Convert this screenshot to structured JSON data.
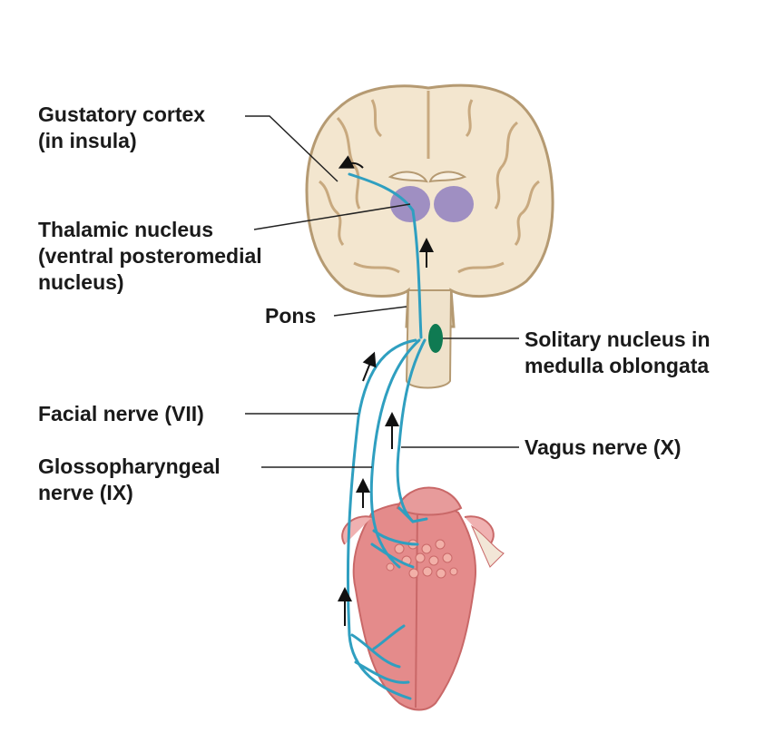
{
  "labels": {
    "gustatory_cortex": [
      "Gustatory cortex",
      "(in insula)"
    ],
    "thalamic_nucleus": [
      "Thalamic nucleus",
      "(ventral posteromedial",
      "nucleus)"
    ],
    "pons": [
      "Pons"
    ],
    "solitary_nucleus": [
      "Solitary nucleus in",
      "medulla oblongata"
    ],
    "facial_nerve": [
      "Facial nerve (VII)"
    ],
    "glossopharyngeal_nerve": [
      "Glossopharyngeal",
      "nerve (IX)"
    ],
    "vagus_nerve": [
      "Vagus nerve (X)"
    ]
  },
  "colors": {
    "nerve": "#2f9fc0",
    "brain_tissue": "#f3e6cf",
    "brain_outline": "#b59a72",
    "gray_matter": "#e2cba6",
    "thalamus": "#8f7fbf",
    "solitary_nucleus": "#0f7a52",
    "tongue": "#e48b8b",
    "tongue_dark": "#c96868",
    "leader_line": "#222222"
  }
}
